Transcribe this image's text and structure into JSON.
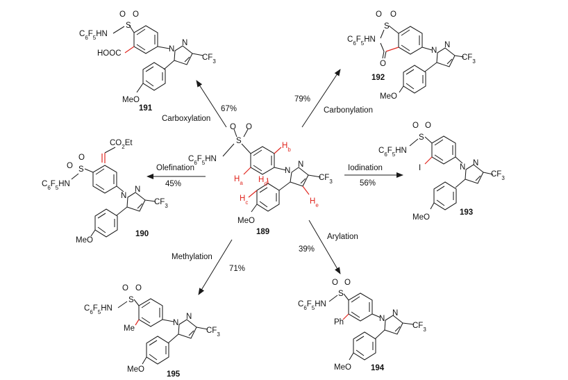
{
  "scheme": {
    "center": {
      "number": "189",
      "labels": {
        "so2": "S",
        "o1": "O",
        "o2": "O",
        "nh": "C6F5HN",
        "n1": "N",
        "n2": "N",
        "cf3": "CF3",
        "ome": "MeO",
        "ha": "Ha",
        "hb": "Hb",
        "hc": "Hc",
        "hd": "Hd",
        "he": "He"
      }
    },
    "reactions": [
      {
        "id": "carboxylation",
        "label": "Carboxylation",
        "yield": "67%"
      },
      {
        "id": "carbonylation",
        "label": "Carbonylation",
        "yield": "79%"
      },
      {
        "id": "olefination",
        "label": "Olefination",
        "yield": "45%"
      },
      {
        "id": "iodination",
        "label": "Iodination",
        "yield": "56%"
      },
      {
        "id": "methylation",
        "label": "Methylation",
        "yield": "71%"
      },
      {
        "id": "arylation",
        "label": "Arylation",
        "yield": "39%"
      }
    ],
    "products": [
      {
        "id": "p191",
        "number": "191",
        "substituent": "HOOC"
      },
      {
        "id": "p192",
        "number": "192",
        "substituent": "O"
      },
      {
        "id": "p190",
        "number": "190",
        "substituent": "CO2Et"
      },
      {
        "id": "p193",
        "number": "193",
        "substituent": "I"
      },
      {
        "id": "p195",
        "number": "195",
        "substituent": "Me"
      },
      {
        "id": "p194",
        "number": "194",
        "substituent": "Ph"
      }
    ],
    "common": {
      "s": "S",
      "o": "O",
      "nh": "C6F5HN",
      "n": "N",
      "cf3": "CF3",
      "ome": "MeO"
    },
    "colors": {
      "highlight": "#e0271f",
      "ink": "#1a1a1a"
    }
  }
}
